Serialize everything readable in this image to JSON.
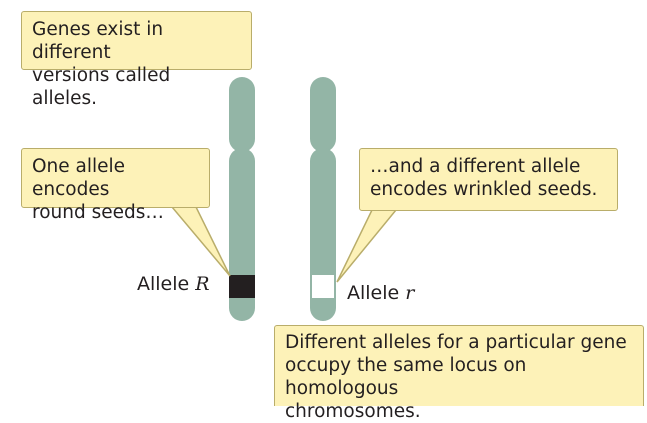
{
  "colors": {
    "chromosome": "#93b5a6",
    "callout_fill": "#fdf2b8",
    "callout_border": "#b9ad6a",
    "allele_R_band": "#231f20",
    "allele_r_band": "#ffffff"
  },
  "callouts": {
    "top": "Genes exist in different\nversions called alleles.",
    "left": "One allele encodes\nround seeds…",
    "right": "…and a different allele\nencodes wrinkled seeds.",
    "bottom": "Different alleles for a particular gene\noccupy the same locus on homologous\nchromosomes."
  },
  "labels": {
    "allele_R_prefix": "Allele",
    "allele_R_symbol": "R",
    "allele_r_prefix": "Allele",
    "allele_r_symbol": "r"
  }
}
